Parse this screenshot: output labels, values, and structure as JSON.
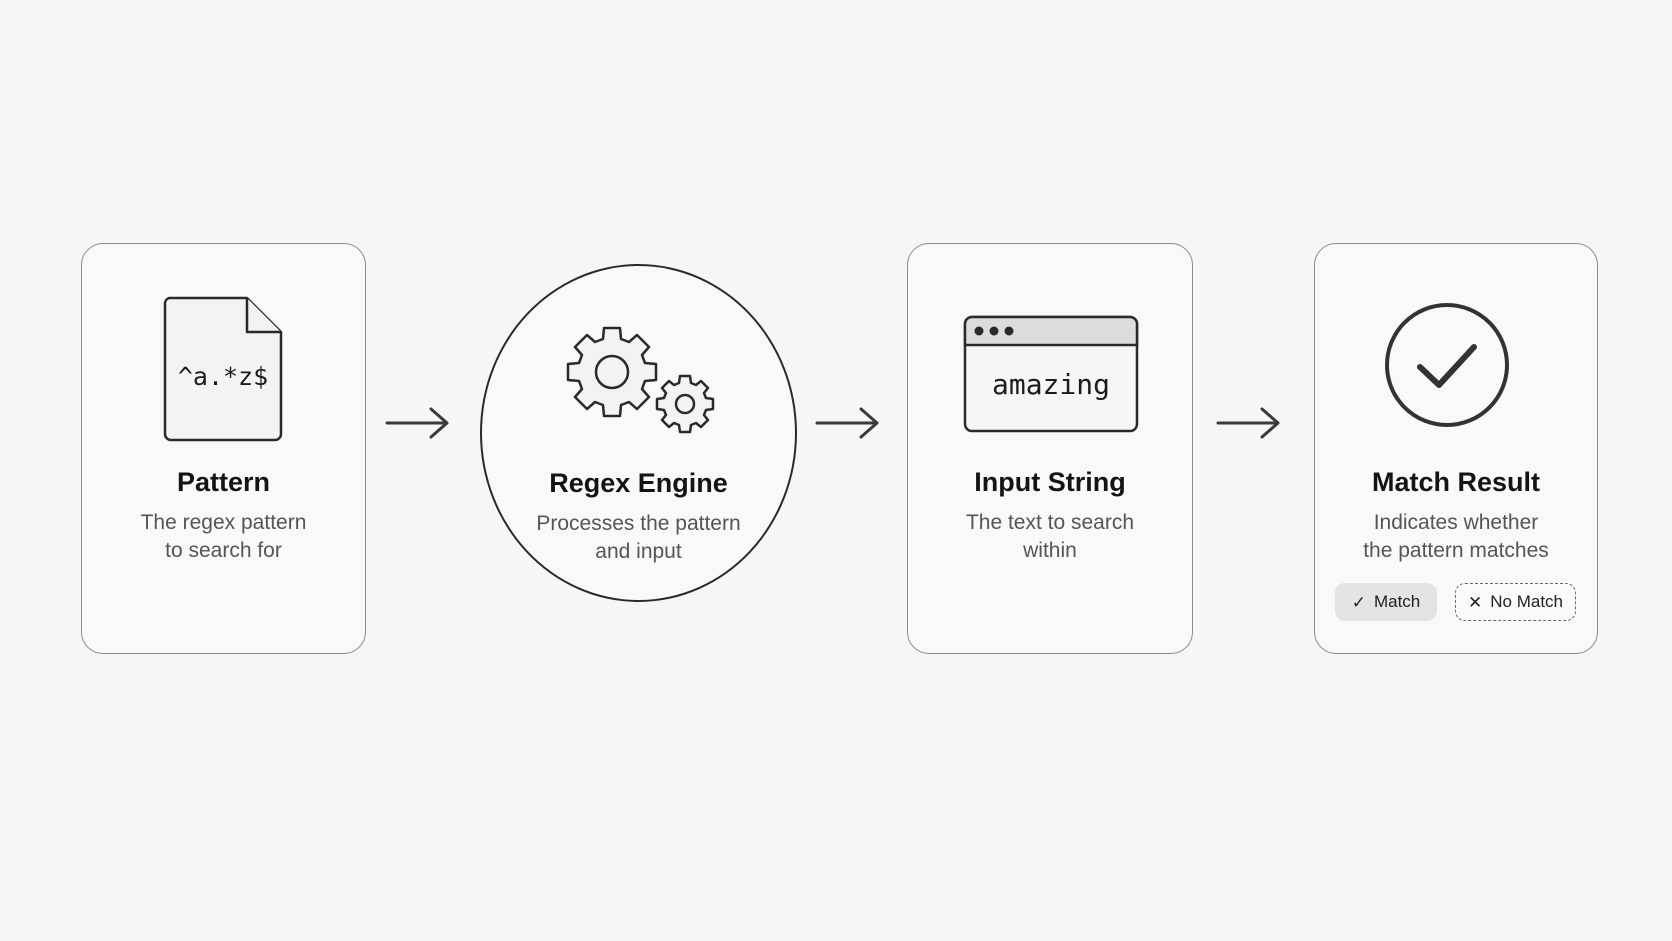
{
  "steps": [
    {
      "title": "Pattern",
      "desc_lines": [
        "The regex pattern",
        "to search for"
      ],
      "icon": "document-icon",
      "icon_text": "^a.*z$"
    },
    {
      "title": "Regex Engine",
      "desc_lines": [
        "Processes the pattern",
        "and input"
      ],
      "icon": "gears-icon"
    },
    {
      "title": "Input String",
      "desc_lines": [
        "The text to search",
        "within"
      ],
      "icon": "browser-window-icon",
      "icon_text": "amazing"
    },
    {
      "title": "Match Result",
      "desc_lines": [
        "Indicates whether",
        "the pattern matches"
      ],
      "icon": "check-circle-icon",
      "badges": [
        {
          "glyph": "✓",
          "label": "Match",
          "icon": "check-icon"
        },
        {
          "glyph": "✕",
          "label": "No Match",
          "icon": "x-icon"
        }
      ]
    }
  ],
  "arrows": [
    "arrow-right-icon",
    "arrow-right-icon",
    "arrow-right-icon"
  ],
  "colors": {
    "background": "#f6f6f6",
    "card_border": "#8c8c8c",
    "icon_stroke": "#2a2a2a",
    "text_primary": "#141414",
    "text_secondary": "#555555",
    "match_badge_fill": "#e4e4e4"
  }
}
